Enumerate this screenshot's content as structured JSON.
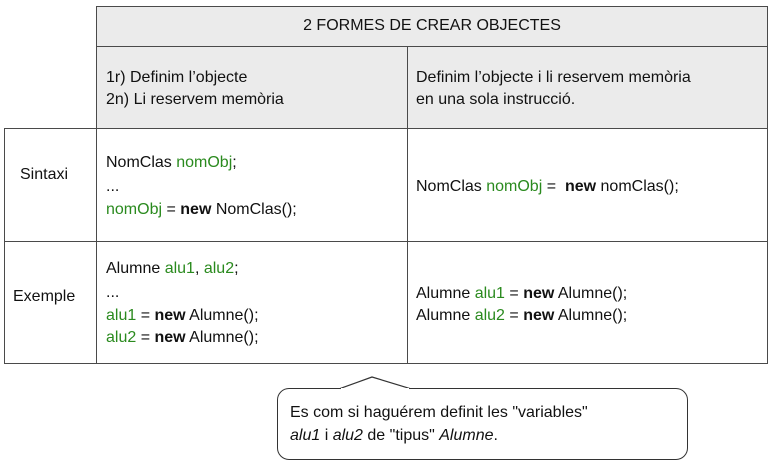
{
  "table": {
    "title": "2 FORMES DE CREAR OBJECTES",
    "headers": {
      "col1_line1": "1r) Definim l’objecte",
      "col1_line2": "2n) Li reservem memòria",
      "col2_line1": "Definim l’objecte i li reservem memòria",
      "col2_line2": "en una sola instrucció."
    },
    "rows": {
      "sintaxi": {
        "label": "Sintaxi",
        "c1_l1_a": "NomClas ",
        "c1_l1_b": "nomObj",
        "c1_l1_c": ";",
        "c1_l2": "...",
        "c1_l3_a": "nomObj",
        "c1_l3_b": " = ",
        "c1_l3_c": "new",
        "c1_l3_d": " NomClas();",
        "c2_a": "NomClas ",
        "c2_b": "nomObj",
        "c2_c": " =  ",
        "c2_d": "new",
        "c2_e": " nomClas();"
      },
      "exemple": {
        "label": "Exemple",
        "c1_l1_a": "Alumne ",
        "c1_l1_b": "alu1",
        "c1_l1_c": ", ",
        "c1_l1_d": "alu2",
        "c1_l1_e": ";",
        "c1_l2": "...",
        "c1_l3_a": "alu1",
        "c1_l3_b": " = ",
        "c1_l3_c": "new",
        "c1_l3_d": " Alumne();",
        "c1_l4_a": "alu2",
        "c1_l4_b": " = ",
        "c1_l4_c": "new",
        "c1_l4_d": " Alumne();",
        "c2_l1_a": "Alumne ",
        "c2_l1_b": "alu1",
        "c2_l1_c": " = ",
        "c2_l1_d": "new",
        "c2_l1_e": " Alumne();",
        "c2_l2_a": "Alumne ",
        "c2_l2_b": "alu2",
        "c2_l2_c": " = ",
        "c2_l2_d": "new",
        "c2_l2_e": " Alumne();"
      }
    }
  },
  "callout": {
    "line1": "Es com si haguérem definit les \"variables\"",
    "line2_a": "alu1",
    "line2_b": " i ",
    "line2_c": "alu2",
    "line2_d": " de \"tipus\" ",
    "line2_e": "Alumne",
    "line2_f": "."
  },
  "colors": {
    "identifier_green": "#2a8a1e",
    "header_gray": "#ebebeb",
    "border": "#4a4a4a"
  }
}
